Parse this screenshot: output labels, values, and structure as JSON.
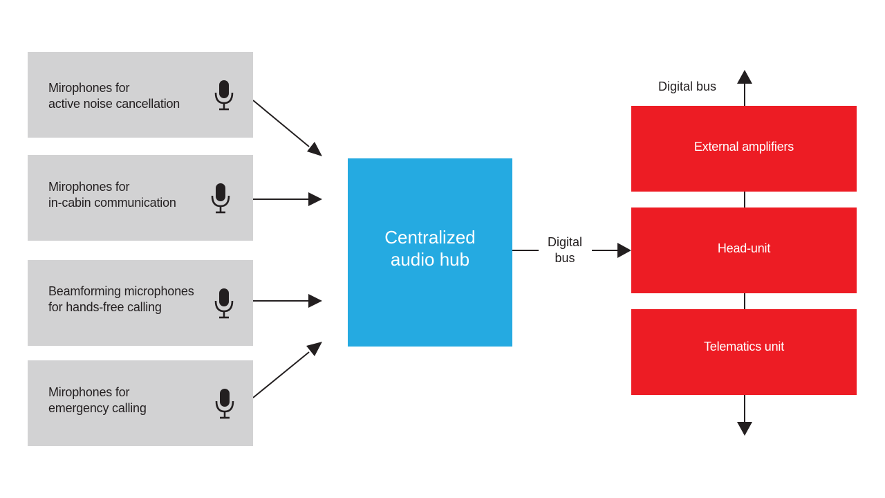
{
  "inputs": [
    {
      "label": "Mirophones for\nactive noise cancellation",
      "icon": "microphone-icon"
    },
    {
      "label": "Mirophones for\nin-cabin communication",
      "icon": "microphone-icon"
    },
    {
      "label": "Beamforming microphones\nfor hands-free calling",
      "icon": "microphone-icon"
    },
    {
      "label": "Mirophones for\nemergency calling",
      "icon": "microphone-icon"
    }
  ],
  "hub": {
    "label": "Centralized\naudio hub"
  },
  "bus_labels": {
    "middle": "Digital\nbus",
    "top": "Digital bus"
  },
  "outputs": [
    {
      "label": "External amplifiers"
    },
    {
      "label": "Head-unit"
    },
    {
      "label": "Telematics unit"
    }
  ],
  "colors": {
    "input_box": "#d2d2d3",
    "hub": "#25aae1",
    "output_box": "#ed1c24",
    "line": "#231f20"
  }
}
